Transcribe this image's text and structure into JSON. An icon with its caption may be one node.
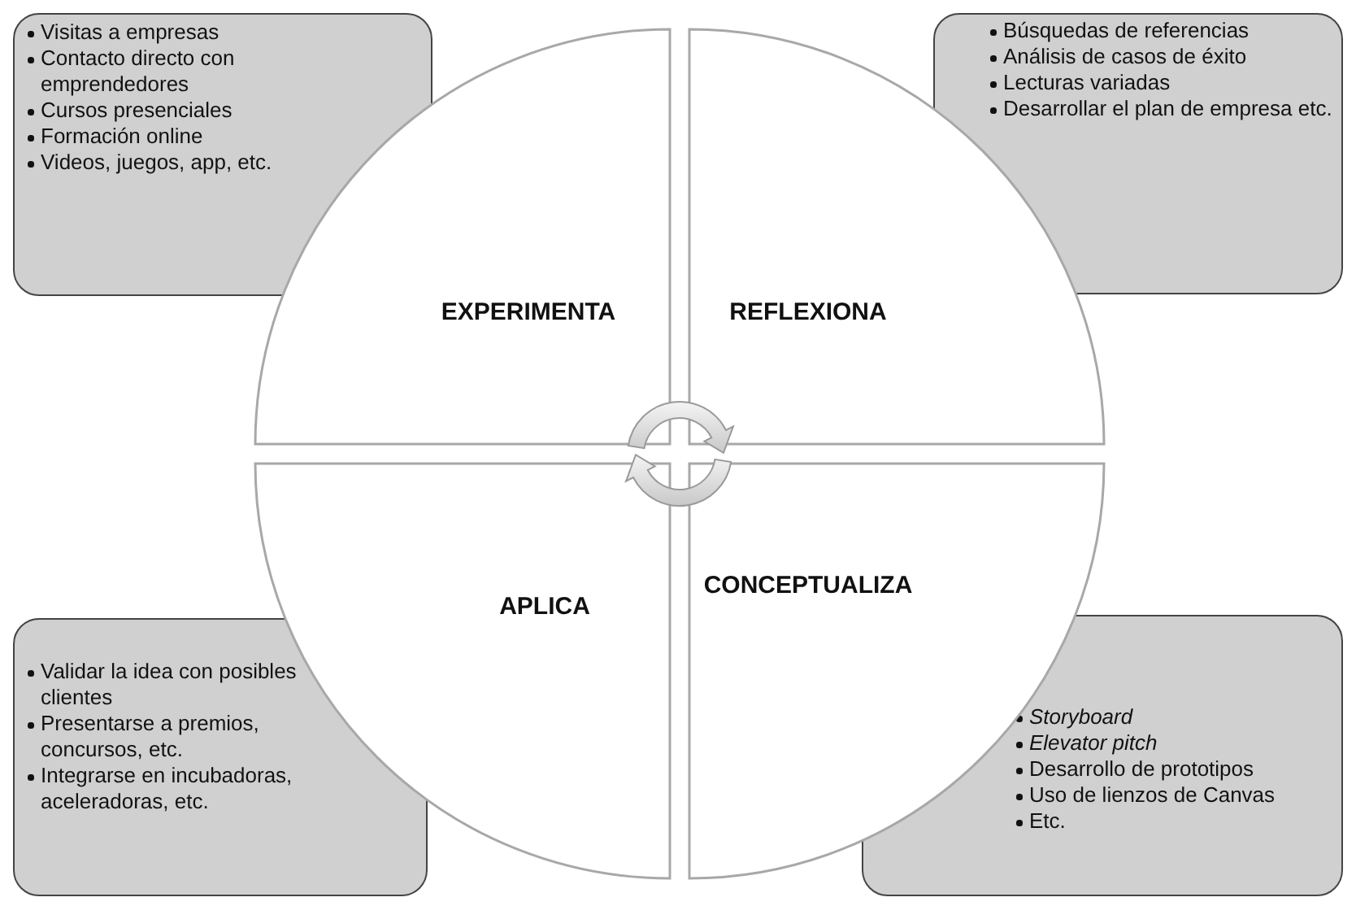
{
  "diagram": {
    "nodes": [
      {
        "text": [
          "Visitas a empresas",
          "Contacto  directo con emprendedores",
          "Cursos presenciales",
          "Formación online",
          "Videos, juegos, app, etc."
        ]
      },
      {
        "text": [
          "Búsquedas de referencias",
          "Análisis de casos de éxito",
          "Lecturas variadas",
          "Desarrollar el plan de empresa etc."
        ]
      },
      {
        "text": [
          "EXPERIMENTA"
        ]
      },
      {
        "text": [
          "REFLEXIONA"
        ]
      },
      {
        "text": [
          "APLICA"
        ]
      },
      {
        "text": [
          "CONCEPTUALIZA"
        ]
      },
      {
        "text": [
          "Validar la idea con posibles clientes",
          "Presentarse a premios, concursos, etc.",
          "Integrarse en incubadoras, aceleradoras, etc."
        ]
      },
      {
        "text": [
          "*Storyboard*",
          "*Elevator pitch*",
          "Desarrollo de prototipos",
          "Uso de lienzos de Canvas",
          "Etc."
        ]
      }
    ]
  }
}
